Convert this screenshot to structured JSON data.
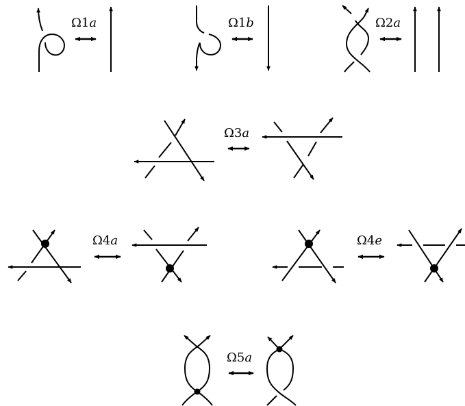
{
  "colors": {
    "ink": "#000000",
    "background": "#ffffff"
  },
  "moves": [
    {
      "id": "omega-1a",
      "prefix": "Ω1",
      "suffix": "a"
    },
    {
      "id": "omega-1b",
      "prefix": "Ω1",
      "suffix": "b"
    },
    {
      "id": "omega-2a",
      "prefix": "Ω2",
      "suffix": "a"
    },
    {
      "id": "omega-3a",
      "prefix": "Ω3",
      "suffix": "a"
    },
    {
      "id": "omega-4a",
      "prefix": "Ω4",
      "suffix": "a"
    },
    {
      "id": "omega-4e",
      "prefix": "Ω4",
      "suffix": "e"
    },
    {
      "id": "omega-5a",
      "prefix": "Ω5",
      "suffix": "a"
    }
  ]
}
